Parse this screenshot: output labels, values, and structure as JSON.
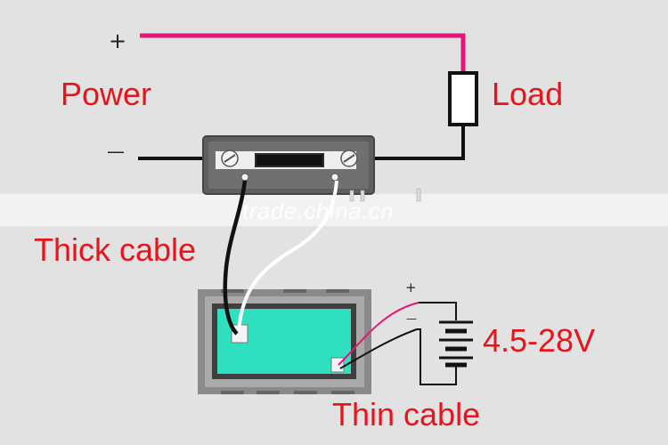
{
  "labels": {
    "power": "Power",
    "load": "Load",
    "thick_cable": "Thick cable",
    "thin_cable": "Thin cable",
    "voltage": "4.5-28V"
  },
  "signs": {
    "power_plus": "+",
    "power_minus": "—",
    "batt_plus": "+",
    "batt_minus": "—"
  },
  "watermark": "trade.china.cn",
  "colors": {
    "label_red": "#e8141c",
    "positive_wire": "#e8147a",
    "negative_wire": "#111111",
    "signal_wire": "#ffffff",
    "screen": "#2ee0bf"
  }
}
